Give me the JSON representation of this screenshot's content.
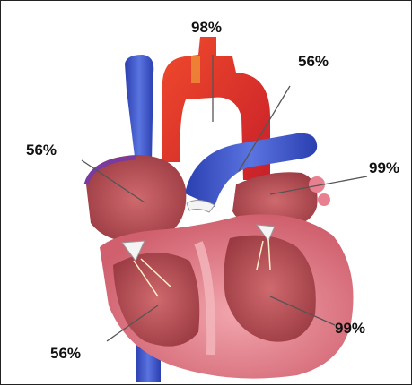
{
  "labels": {
    "top": "98%",
    "aorta": "56%",
    "right_atrium": "56%",
    "left_atrium": "99%",
    "left_ventricle": "99%",
    "right_ventricle": "56%"
  },
  "colors": {
    "oxygenated": "#e83a2a",
    "deoxygenated": "#3f56c8",
    "myocardium": "#d86a7a",
    "chamber": "#b5464f",
    "leader_line": "#555555"
  }
}
